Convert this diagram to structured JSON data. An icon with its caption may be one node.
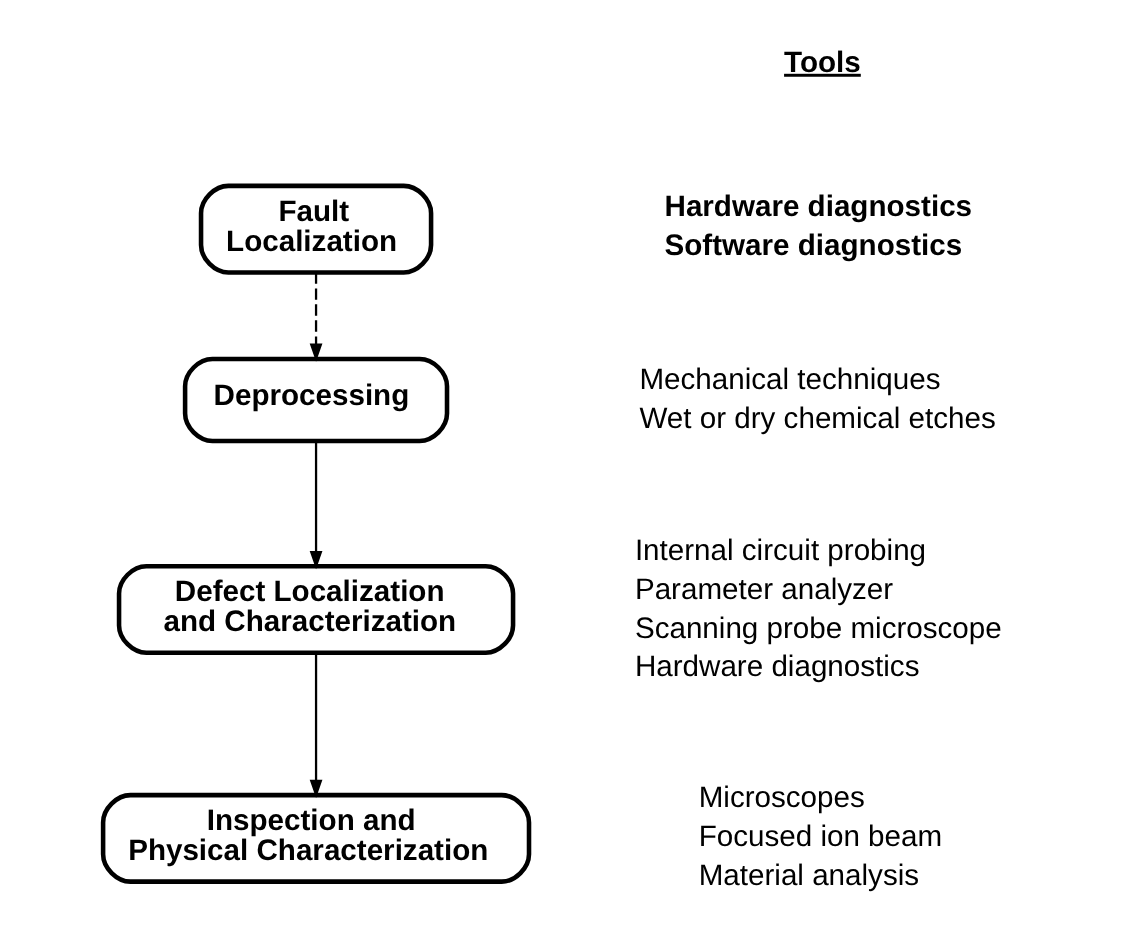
{
  "diagram": {
    "nodes": [
      {
        "text": [
          "Fault Localization"
        ]
      },
      {
        "text": [
          "Deprocessing"
        ]
      },
      {
        "text": [
          "Defect Localization and Characterization"
        ]
      },
      {
        "text": [
          "Inspection and Physical Characterization"
        ]
      }
    ],
    "edges": [
      {
        "from": 0,
        "to": 1,
        "arrow": "to",
        "style": "dashed"
      },
      {
        "from": 1,
        "to": 2,
        "arrow": "to"
      },
      {
        "from": 2,
        "to": 3,
        "arrow": "to"
      }
    ],
    "labels": [
      "Tools",
      "Hardware diagnostics",
      "Software diagnostics",
      "Mechanical techniques",
      "Wet or dry chemical etches",
      "Internal circuit probing",
      "Parameter analyzer",
      "Scanning probe microscope",
      "Hardware diagnostics",
      "Microscopes",
      "Focused ion beam",
      "Material analysis"
    ]
  }
}
